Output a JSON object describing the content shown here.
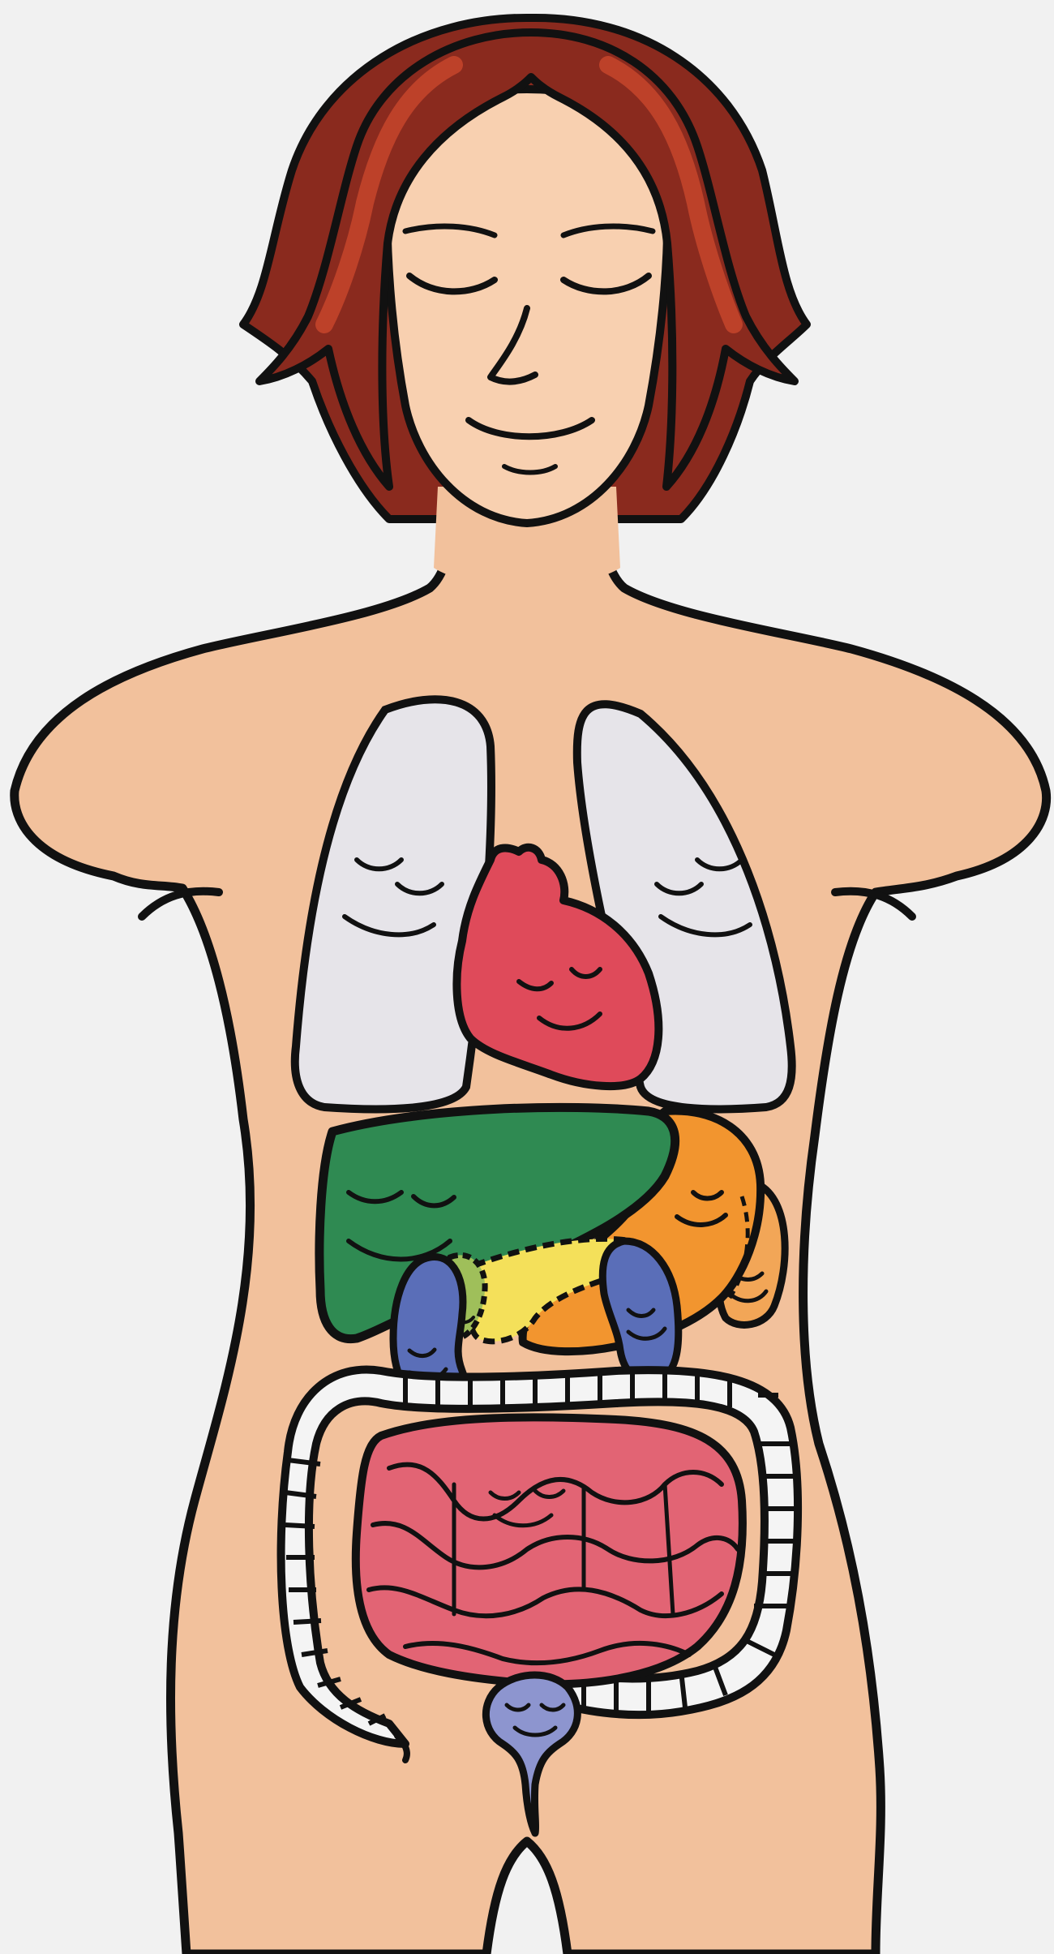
{
  "illustration": {
    "subject": "female-torso-with-internal-organs",
    "expression": "smiling-eyes-closed"
  },
  "colors": {
    "background": "#f1f1f1",
    "skin": "#f2c19c",
    "skin_light": "#f8d6b8",
    "hair": "#8a2a1e",
    "hair_highlight": "#c2442a",
    "outline": "#111111",
    "lungs": "#e6e4e9",
    "heart": "#df4a5a",
    "liver": "#2f8a52",
    "stomach": "#f2952f",
    "spleen": "#f2a657",
    "pancreas": "#f4e05a",
    "gallbladder": "#9fbf5a",
    "kidneys": "#5a6eb8",
    "small_intestine": "#e26474",
    "large_intestine": "#f4f4f4",
    "bladder": "#8d95cf"
  },
  "organs": [
    {
      "id": "lung-left",
      "icon": "lung-icon",
      "face": "sleeping"
    },
    {
      "id": "lung-right",
      "icon": "lung-icon",
      "face": "sleeping"
    },
    {
      "id": "heart",
      "icon": "heart-icon",
      "face": "smiling"
    },
    {
      "id": "liver",
      "icon": "liver-icon",
      "face": "sleeping"
    },
    {
      "id": "stomach",
      "icon": "stomach-icon",
      "face": "sleeping"
    },
    {
      "id": "spleen",
      "icon": "spleen-icon",
      "face": "smiling"
    },
    {
      "id": "pancreas",
      "icon": "pancreas-icon",
      "face": "none"
    },
    {
      "id": "gallbladder",
      "icon": "gallbladder-icon",
      "face": "smiling"
    },
    {
      "id": "kidney-left",
      "icon": "kidney-icon",
      "face": "smiling"
    },
    {
      "id": "kidney-right",
      "icon": "kidney-icon",
      "face": "smiling"
    },
    {
      "id": "small-intestine",
      "icon": "intestine-icon",
      "face": "smiling"
    },
    {
      "id": "large-intestine",
      "icon": "colon-icon",
      "face": "none"
    },
    {
      "id": "bladder",
      "icon": "bladder-icon",
      "face": "smiling"
    }
  ]
}
